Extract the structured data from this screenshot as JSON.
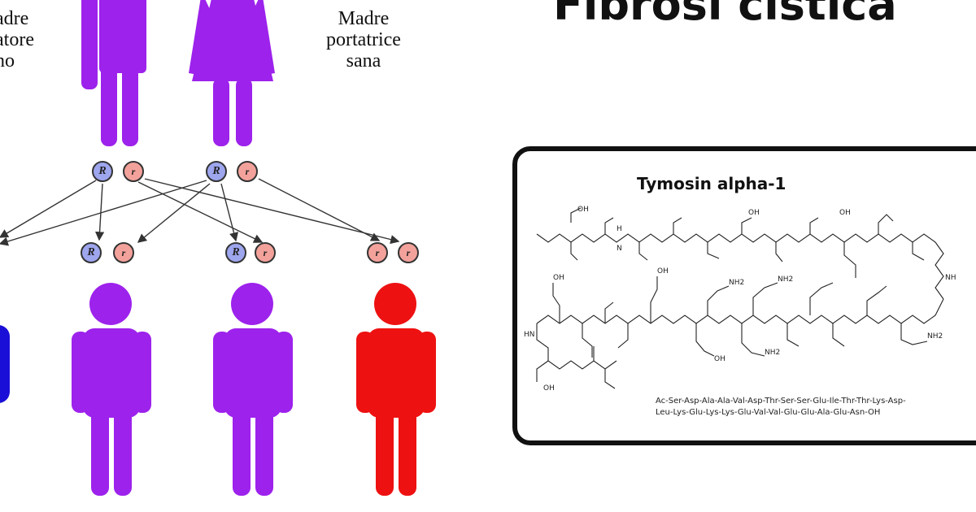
{
  "title": "Fibrosi cistica",
  "parents": {
    "father_label": "Padre\nportatore\nsano",
    "father_visible": "adre\natore\nno",
    "mother_label": "Madre\nportatrice\nsana"
  },
  "alleles": {
    "dominant": "R",
    "recessive": "r"
  },
  "offspring_colors": {
    "affected_unaffected_homozygous": "#1a0fd6",
    "carrier": "#9d22ec",
    "affected": "#ee1111"
  },
  "parent_color": "#9d22ec",
  "panel": {
    "title": "Tymosin alpha-1",
    "sequence_line1": "Ac-Ser-Asp-Ala-Ala-Val-Asp-Thr-Ser-Ser-Glu-Ile-Thr-Thr-Lys-Asp-",
    "sequence_line2": "Leu-Lys-Glu-Lys-Lys-Glu-Val-Val-Glu-Glu-Ala-Glu-Asn-OH",
    "molecule_labels": [
      "OH",
      "OH",
      "OH",
      "OH",
      "OH",
      "OH",
      "OH",
      "NH2",
      "NH2",
      "NH2",
      "NH2",
      "NH",
      "HN",
      "H",
      "N"
    ]
  }
}
